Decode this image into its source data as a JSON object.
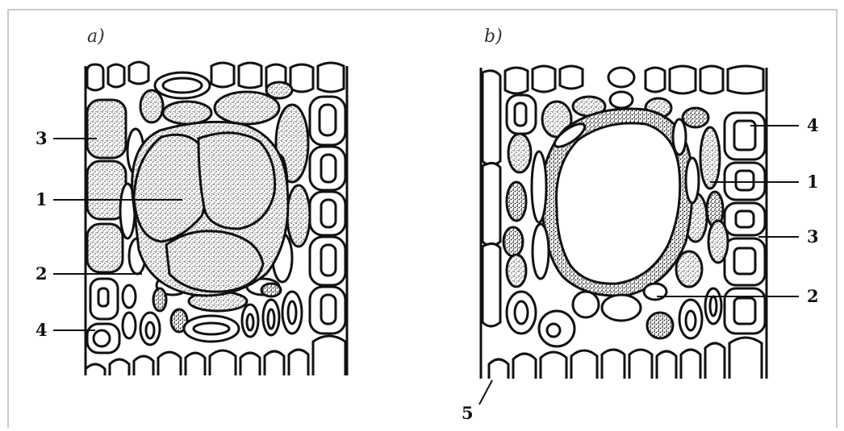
{
  "figure": {
    "panel_a": {
      "label": "a)",
      "callouts": [
        "3",
        "1",
        "2",
        "4"
      ]
    },
    "panel_b": {
      "label": "b)",
      "callouts": [
        "4",
        "1",
        "3",
        "2",
        "5"
      ]
    }
  },
  "colors": {
    "ink": "#111111",
    "frame": "#b8b8b8",
    "cell_fill": "#ffffff",
    "stipple": "#222222"
  }
}
